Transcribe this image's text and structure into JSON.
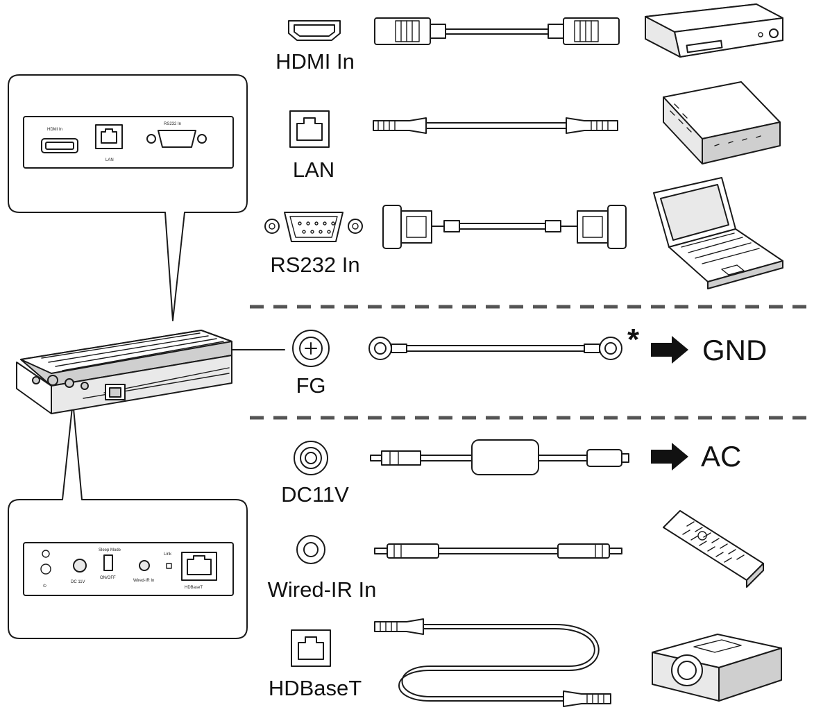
{
  "ports": {
    "hdmi_in": "HDMI In",
    "lan": "LAN",
    "rs232_in": "RS232 In",
    "fg": "FG",
    "dc11v": "DC11V",
    "wired_ir_in": "Wired-IR In",
    "hdbaset": "HDBaseT"
  },
  "destinations": {
    "asterisk": "*",
    "gnd": "GND",
    "ac": "AC"
  },
  "device_panel_top": {
    "hdmi": "HDMI In",
    "lan": "LAN",
    "rs232": "RS232 In"
  },
  "device_panel_bottom": {
    "dc": "DC 11V",
    "mode": "Sleep Mode",
    "switch": "ON/OFF",
    "ir": "Wired-IR In",
    "link": "Link",
    "hdbaset": "HDBaseT"
  }
}
